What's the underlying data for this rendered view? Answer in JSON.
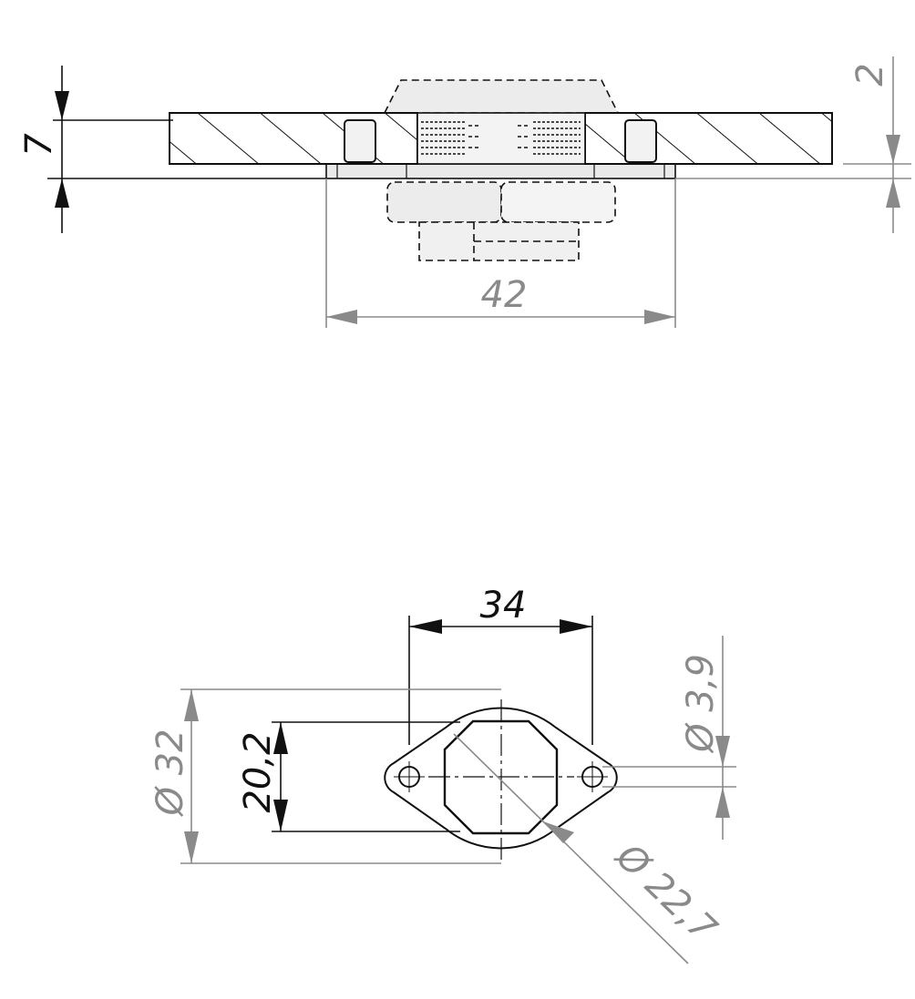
{
  "drawing": {
    "colors": {
      "line": "#111111",
      "dimension_grey": "#8a8a8a",
      "hatch": "#111111",
      "background": "#ffffff"
    },
    "side_view": {
      "dimensions": {
        "panel_thickness": "7",
        "flange_thickness": "2",
        "flange_diameter": "42"
      }
    },
    "front_view": {
      "dimensions": {
        "hole_spacing": "34",
        "body_diameter": "Ø 32",
        "octagon_width": "20,2",
        "hole_diameter": "Ø 3,9",
        "octagon_diagonal": "Ø 22,7"
      }
    }
  }
}
